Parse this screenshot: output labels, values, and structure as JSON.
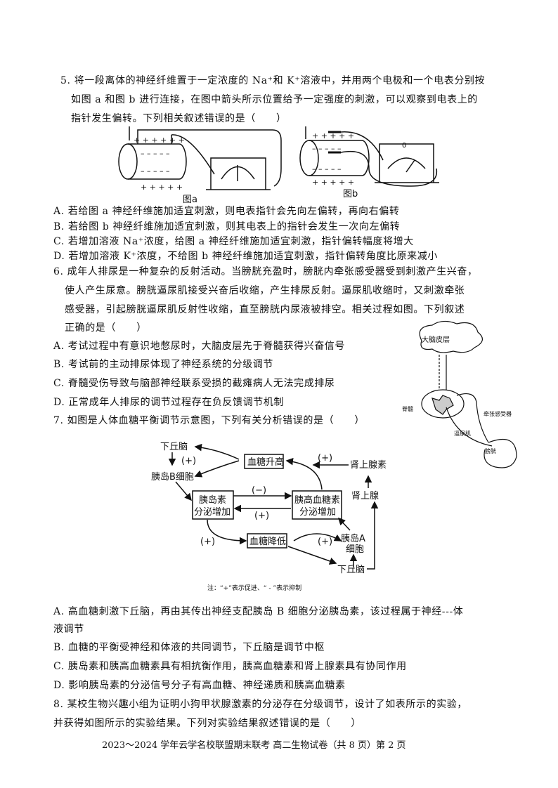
{
  "q5": {
    "lines": [
      "5. 将一段离体的神经纤维置于一定浓度的 Na⁺和 K⁺溶液中，并用两个电极和一个电表分别按",
      "如图 a 和图 b 进行连接，在图中箭头所示位置给予一定强度的刺激，可以观察到电表上的",
      "指针发生偏转。下列相关叙述错误的是（　　）"
    ],
    "fig_a_label": "图a",
    "fig_b_label": "图b",
    "meter_zero": "0",
    "options": [
      "A. 若给图 a 神经纤维施加适宜刺激，则电表指针会先向左偏转，再向右偏转",
      "B. 若给图 b 神经纤维施加适宜刺激，则其电表上的指针会发生一次向左偏转",
      "C. 若增加溶液 Na⁺浓度，给图 a 神经纤维施加适宜刺激，指针偏转幅度将增大",
      "D. 若增加溶液 K⁺浓度，不给图 b 神经纤维施加适宜刺激，指针偏转角度比原来减小"
    ]
  },
  "q6": {
    "lines": [
      "6. 成年人排尿是一种复杂的反射活动。当膀胱充盈时，膀胱内牵张感受器受到刺激产生兴奋，",
      "使人产生尿意。膀胱逼尿肌接受兴奋后收缩，产生排尿反射。逼尿肌收缩时，又刺激牵张",
      "感受器，引起膀胱逼尿肌反射性收缩，直至膀胱内尿液被排空。相关过程如图。下列叙述",
      "正确的是（　　）"
    ],
    "options": [
      "A. 考试过程中有意识地憋尿时，大脑皮层先于脊髓获得兴奋信号",
      "B. 考试前的主动排尿体现了神经系统的分级调节",
      "C. 脊髓受伤导致与脑部神经联系受损的截瘫病人无法完成排尿",
      "D. 正常成年人排尿的调节过程存在负反馈调节机制"
    ],
    "figure": {
      "cortex": "大脑皮层",
      "spinal_cord": "脊髓",
      "receptor": "牵张感受器",
      "detrusor": "逼尿肌",
      "bladder": "膀胱"
    }
  },
  "q7": {
    "line": "7. 如图是人体血糖平衡调节示意图，下列有关分析错误的是（　　）",
    "diagram": {
      "hypothalamus": "下丘脑",
      "b_cell": "胰岛B细胞",
      "glucose_up": "血糖升高",
      "adrenaline": "肾上腺素",
      "adrenal": "肾上腺",
      "insulin": [
        "胰岛素",
        "分泌增加"
      ],
      "glucagon": [
        "胰高血糖素",
        "分泌增加"
      ],
      "glucose_down": "血糖降低",
      "a_cell": [
        "胰岛A",
        "细胞"
      ],
      "plus": "(+)",
      "minus": "(−)",
      "note": "注：“+”表示促进、“ - ”表示抑制"
    },
    "options": [
      "A. 高血糖刺激下丘脑，再由其传出神经支配胰岛 B 细胞分泌胰岛素，该过程属于神经---体",
      "液调节",
      "B. 血糖的平衡受神经和体液的共同调节，下丘脑是调节中枢",
      "C. 胰岛素和胰高血糖素具有相抗衡作用，胰高血糖素和肾上腺素具有协同作用",
      "D. 影响胰岛素的分泌信号分子有高血糖、神经递质和胰高血糖素"
    ]
  },
  "q8": {
    "lines": [
      "8. 某校生物兴趣小组为证明小狗甲状腺激素的分泌存在分级调节，设计了如表所示的实验，",
      "并获得如图所示的实验结果。下列对实验结果叙述错误的是（　　）"
    ]
  },
  "footer": "2023～2024 学年云学名校联盟期末联考 高二生物试卷（共 8 页）第 2 页"
}
